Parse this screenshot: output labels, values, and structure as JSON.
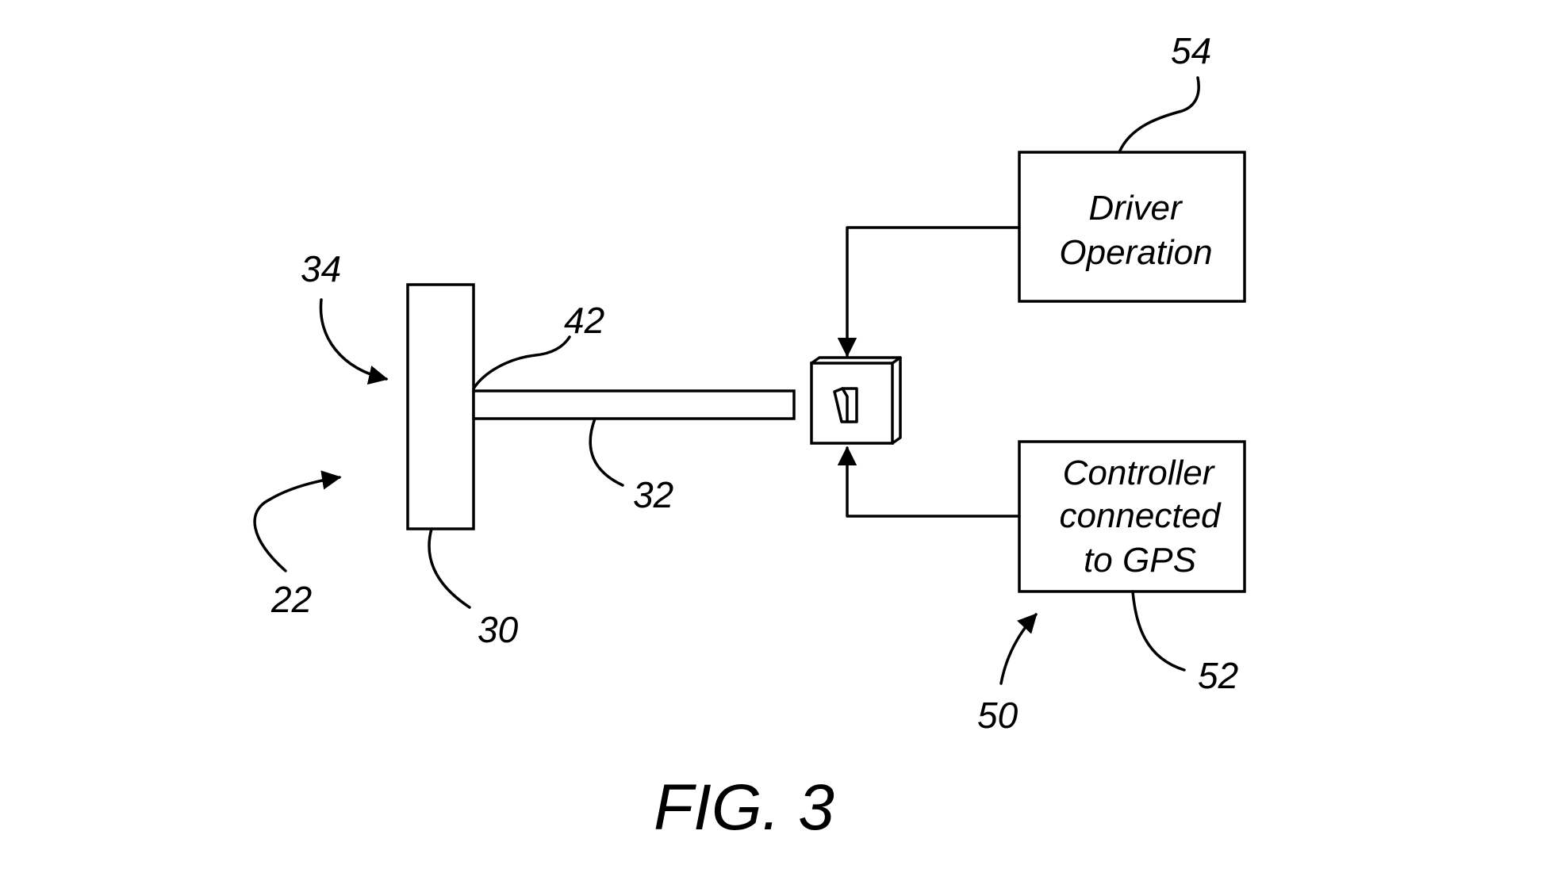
{
  "figure_caption": "FIG. 3",
  "boxes": {
    "driver_operation": {
      "lines": [
        "Driver",
        "Operation"
      ]
    },
    "controller": {
      "lines": [
        "Controller",
        "connected",
        "to GPS"
      ]
    }
  },
  "reference_numerals": {
    "n22": "22",
    "n30": "30",
    "n32": "32",
    "n34": "34",
    "n42": "42",
    "n50": "50",
    "n52": "52",
    "n54": "54"
  }
}
